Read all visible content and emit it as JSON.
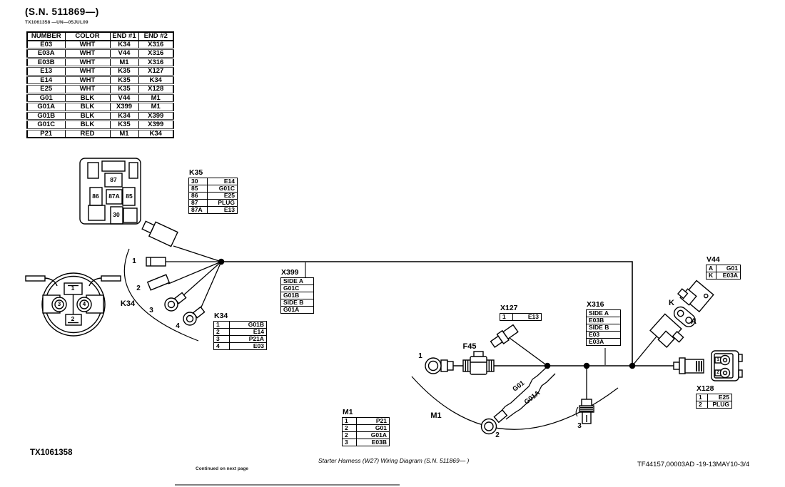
{
  "page": {
    "header": "(S.N.  511869—)",
    "image_tag_top": "TX1061358 —UN—05JUL09",
    "image_id": "TX1061358",
    "caption": "Starter Harness (W27) Wiring Diagram (S.N. 511869— )",
    "doc_ref": "TF44157,00003AD -19-13MAY10-3/4",
    "continued": "Continued on next page"
  },
  "wire_table": {
    "headers": [
      "NUMBER",
      "COLOR",
      "END #1",
      "END #2"
    ],
    "rows": [
      [
        "E03",
        "WHT",
        "K34",
        "X316"
      ],
      [
        "E03A",
        "WHT",
        "V44",
        "X316"
      ],
      [
        "E03B",
        "WHT",
        "M1",
        "X316"
      ],
      [
        "E13",
        "WHT",
        "K35",
        "X127"
      ],
      [
        "E14",
        "WHT",
        "K35",
        "K34"
      ],
      [
        "E25",
        "WHT",
        "K35",
        "X128"
      ],
      [
        "G01",
        "BLK",
        "V44",
        "M1"
      ],
      [
        "G01A",
        "BLK",
        "X399",
        "M1"
      ],
      [
        "G01B",
        "BLK",
        "K34",
        "X399"
      ],
      [
        "G01C",
        "BLK",
        "K35",
        "X399"
      ],
      [
        "P21",
        "RED",
        "M1",
        "K34"
      ]
    ]
  },
  "relay": {
    "t87": "87",
    "t86": "86",
    "t87a": "87A",
    "t85": "85",
    "t30": "30"
  },
  "k34_face": {
    "p1": "1",
    "p2": "2",
    "p3": "3",
    "p4": "4"
  },
  "x128_face": {
    "p1": "1",
    "p2": "2"
  },
  "callouts": {
    "k35": {
      "title": "K35",
      "rows": [
        [
          "30",
          "E14"
        ],
        [
          "85",
          "G01C"
        ],
        [
          "86",
          "E25"
        ],
        [
          "87",
          "PLUG"
        ],
        [
          "87A",
          "E13"
        ]
      ]
    },
    "k34": {
      "title": "K34",
      "rows": [
        [
          "1",
          "G01B"
        ],
        [
          "2",
          "E14"
        ],
        [
          "3",
          "P21A"
        ],
        [
          "4",
          "E03"
        ]
      ]
    },
    "x399": {
      "title": "X399",
      "rows": [
        "SIDE A",
        "G01C",
        "G01B",
        "SIDE B",
        "G01A"
      ]
    },
    "x127": {
      "title": "X127",
      "rows": [
        [
          "1",
          "E13"
        ]
      ]
    },
    "x316": {
      "title": "X316",
      "rows": [
        "SIDE A",
        "E03B",
        "SIDE B",
        "E03",
        "E03A"
      ]
    },
    "v44": {
      "title": "V44",
      "rows": [
        [
          "A",
          "G01"
        ],
        [
          "K",
          "E03A"
        ]
      ]
    },
    "x128": {
      "title": "X128",
      "rows": [
        [
          "1",
          "E25"
        ],
        [
          "2",
          "PLUG"
        ]
      ]
    },
    "m1": {
      "title": "M1",
      "rows": [
        [
          "1",
          "P21"
        ],
        [
          "2",
          "G01"
        ],
        [
          "2",
          "G01A"
        ],
        [
          "3",
          "E03B"
        ]
      ]
    }
  },
  "labels": {
    "fan1": "1",
    "fan2": "2",
    "fan3": "3",
    "fan4": "4",
    "k34_group": "K34",
    "f45": "F45",
    "m1_group": "M1",
    "ring1": "1",
    "ring2": "2",
    "spade3": "3",
    "diode_k": "K",
    "diode_a": "A",
    "wire_g01": "G01",
    "wire_g01a": "G01A"
  }
}
